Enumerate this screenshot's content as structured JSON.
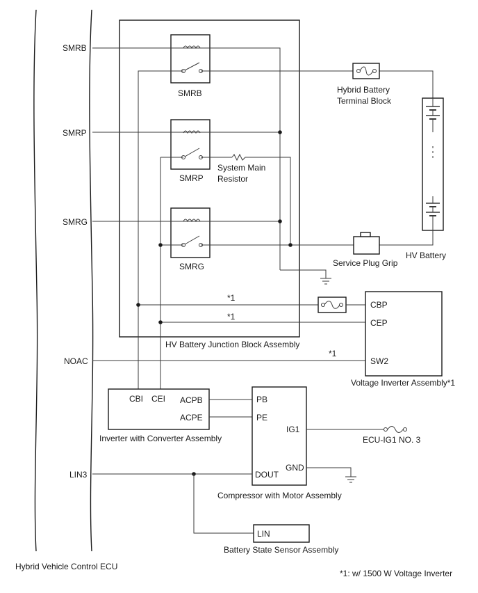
{
  "ecu": {
    "name": "Hybrid Vehicle Control ECU",
    "terminals": [
      "SMRB",
      "SMRP",
      "SMRG",
      "NOAC",
      "LIN3"
    ]
  },
  "junction_block": {
    "name": "HV Battery Junction Block Assembly",
    "relays": [
      "SMRB",
      "SMRP",
      "SMRG"
    ],
    "resistor": "System Main Resistor"
  },
  "battery_terminal_block": "Hybrid Battery Terminal Block",
  "hv_battery": "HV Battery",
  "service_plug": "Service Plug Grip",
  "voltage_inverter": {
    "name": "Voltage Inverter Assembly*1",
    "terminals": [
      "CBP",
      "CEP",
      "SW2"
    ]
  },
  "wire_notes": [
    "*1",
    "*1",
    "*1"
  ],
  "inverter_converter": {
    "name": "Inverter with Converter Assembly",
    "terminals": [
      "CBI",
      "CEI",
      "ACPB",
      "ACPE"
    ]
  },
  "compressor": {
    "name": "Compressor with Motor Assembly",
    "terminals": [
      "PB",
      "PE",
      "IG1",
      "GND",
      "DOUT"
    ]
  },
  "ecu_ig1": "ECU-IG1 NO. 3",
  "battery_sensor": {
    "name": "Battery State Sensor Assembly",
    "terminals": [
      "LIN"
    ]
  },
  "footnote": "*1: w/ 1500 W Voltage Inverter"
}
